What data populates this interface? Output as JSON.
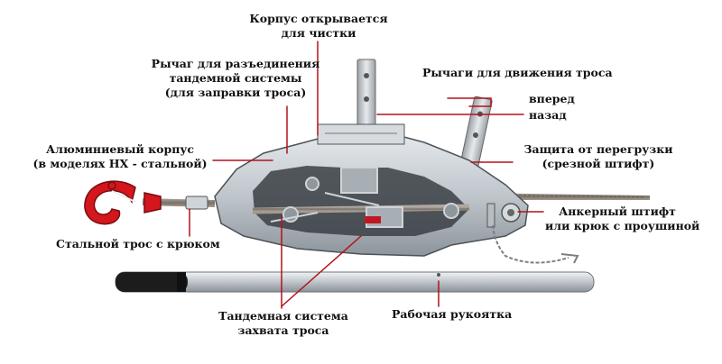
{
  "labels": {
    "body_opens": [
      "Корпус открывается",
      "для чистки"
    ],
    "tandem_lever": [
      "Рычаг для разъединения",
      "тандемной системы",
      "(для заправки троса)"
    ],
    "move_levers": "Рычаги для движения троса",
    "forward": "вперед",
    "backward": "назад",
    "aluminum_body": [
      "Алюминиевый корпус",
      "(в моделях HX - стальной)"
    ],
    "overload": [
      "Защита от перегрузки",
      "(срезной штифт)"
    ],
    "anchor": [
      "Анкерный штифт",
      "или крюк с проушиной"
    ],
    "cable_hook": "Стальной трос с крюком",
    "tandem_grip": [
      "Тандемная система",
      "захвата троса"
    ],
    "handle": "Рабочая рукоятка"
  },
  "colors": {
    "leader": "#b3121b",
    "hook": "#d4161d",
    "metal": "#c9cfd4",
    "metal_dark": "#5b6268",
    "grip": "#1a1a1a",
    "cable": "#8a8178"
  }
}
